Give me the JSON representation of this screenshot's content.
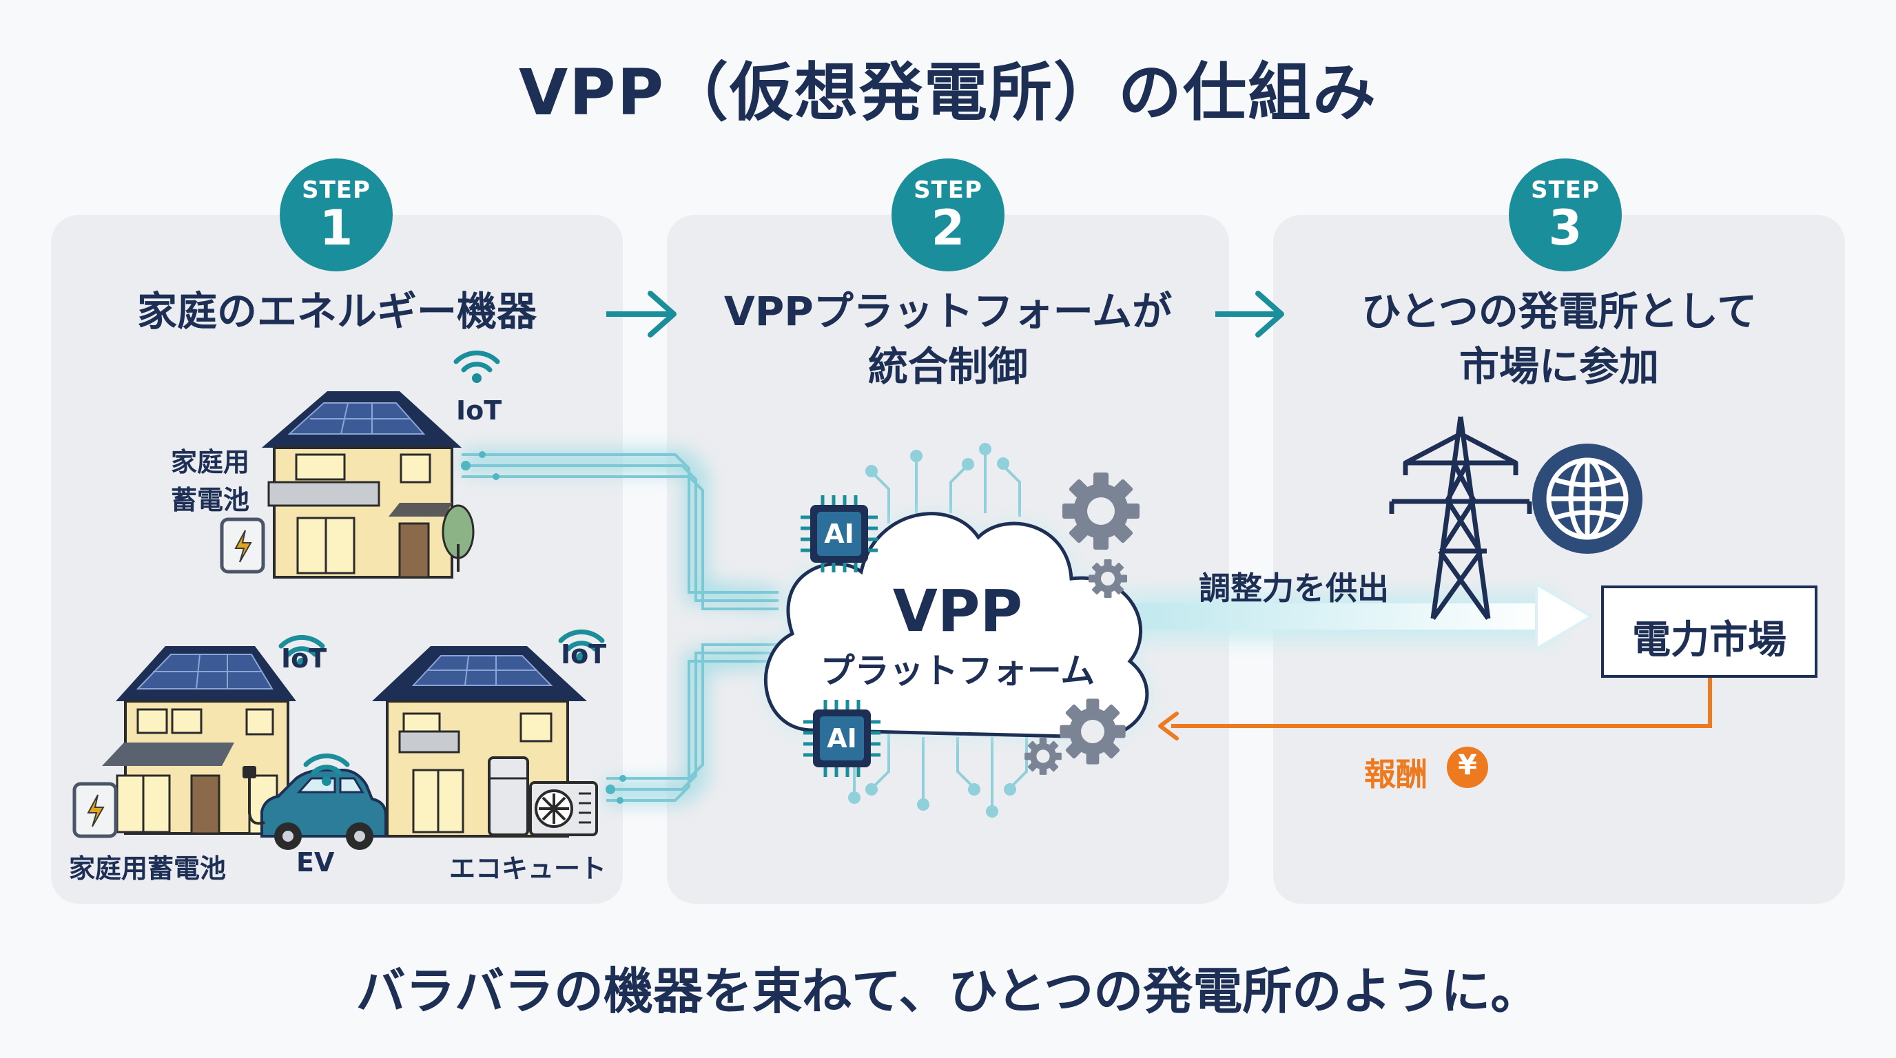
{
  "title": "VPP（仮想発電所）の仕組み",
  "steps": [
    {
      "badge_label": "STEP",
      "number": "1",
      "heading": "家庭のエネルギー機器"
    },
    {
      "badge_label": "STEP",
      "number": "2",
      "heading_line1": "VPPプラットフォームが",
      "heading_line2": "統合制御"
    },
    {
      "badge_label": "STEP",
      "number": "3",
      "heading_line1": "ひとつの発電所として",
      "heading_line2": "市場に参加"
    }
  ],
  "devices": {
    "house_battery_label_line1": "家庭用",
    "house_battery_label_line2": "蓄電池",
    "iot_label": "IoT",
    "bottom_labels": [
      "家庭用蓄電池",
      "EV",
      "エコキュート"
    ]
  },
  "platform": {
    "name": "VPP",
    "subtitle": "プラットフォーム",
    "chip_label": "AI"
  },
  "market": {
    "supply_label": "調整力を供出",
    "market_label": "電力市場",
    "reward_label": "報酬",
    "yen_symbol": "¥"
  },
  "footer": "バラバラの機器を束ねて、ひとつの発電所のように。",
  "colors": {
    "teal": "#1a8e9a",
    "navy": "#1e2f55",
    "orange": "#ee7a1f",
    "house": "#f6e5ae",
    "panel": "#ecedf0"
  }
}
